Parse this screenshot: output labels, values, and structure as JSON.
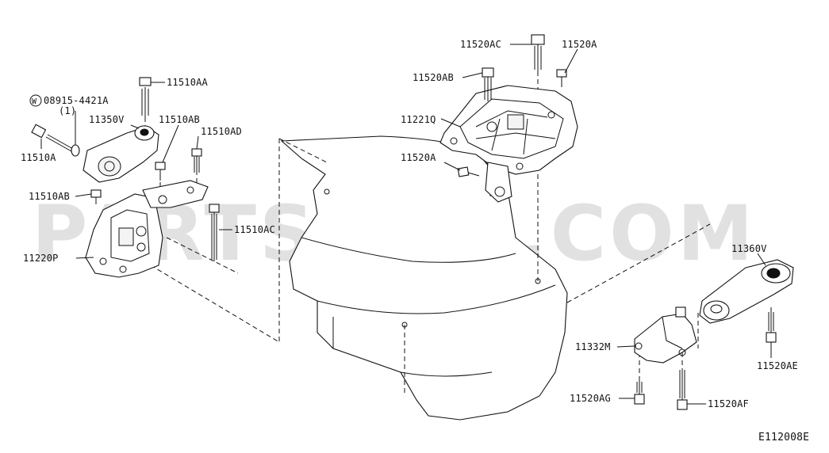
{
  "labels": {
    "washer_code": "08915-4421A",
    "washer_qty": "(1)",
    "p11510A": "11510A",
    "p11510AA": "11510AA",
    "p11350V": "11350V",
    "p11510AB_top": "11510AB",
    "p11510AD": "11510AD",
    "p11510AB_left": "11510AB",
    "p11510AC": "11510AC",
    "p11220P": "11220P",
    "p11520AC": "11520AC",
    "p11520A_top": "11520A",
    "p11520AB": "11520AB",
    "p11221Q": "11221Q",
    "p11520A_mid": "11520A",
    "p11360V": "11360V",
    "p11332M": "11332M",
    "p11520AE": "11520AE",
    "p11520AG": "11520AG",
    "p11520AF": "11520AF"
  },
  "washer_symbol": "W",
  "diagram_code": "E112008E",
  "watermark": "PARTSOUQ.COM"
}
